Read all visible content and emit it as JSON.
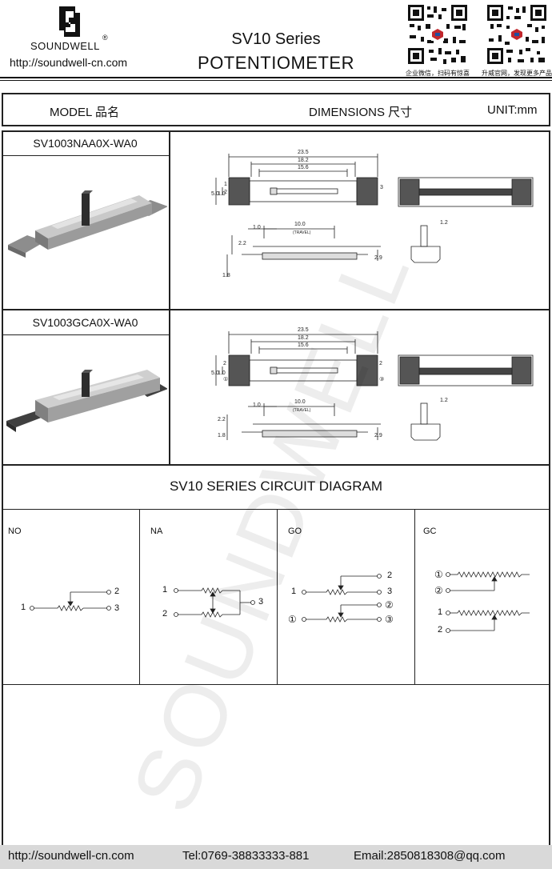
{
  "header": {
    "brand": "SOUNDWELL",
    "registered": "®",
    "url": "http://soundwell-cn.com",
    "series": "SV10 Series",
    "product": "POTENTIOMETER",
    "qr_left_caption": "企业微信，扫码有惊喜",
    "qr_right_caption": "升威官网，发现更多产品"
  },
  "table_header": {
    "model": "MODEL 品名",
    "dimensions": "DIMENSIONS 尺寸",
    "unit": "UNIT:mm"
  },
  "models": [
    {
      "name": "SV1003NAA0X-WA0"
    },
    {
      "name": "SV1003GCA0X-WA0"
    }
  ],
  "dims": {
    "w1": "23.5",
    "w2": "18.2",
    "w3": "15.6",
    "h1": "5.0",
    "h2": "1.0",
    "travel": "10.0",
    "travel_note": "(TRAVEL)",
    "d1": "1.0",
    "d2": "2.2",
    "d3": "1.8",
    "d4": "2.9",
    "d5": "1.2",
    "pin1": "1",
    "pin2": "2",
    "pin3": "3",
    "pin1c": "①",
    "pin2c": "②",
    "pin3c": "③"
  },
  "circuit": {
    "title": "SV10 SERIES CIRCUIT DIAGRAM",
    "labels": [
      "NO",
      "NA",
      "GO",
      "GC"
    ],
    "pins": {
      "p1": "1",
      "p2": "2",
      "p3": "3",
      "c1": "①",
      "c2": "②",
      "c3": "③"
    }
  },
  "watermark": "SOUNDWELL",
  "footer": {
    "url": "http://soundwell-cn.com",
    "tel": "Tel:0769-38833333-881",
    "email": "Email:2850818308@qq.com"
  }
}
